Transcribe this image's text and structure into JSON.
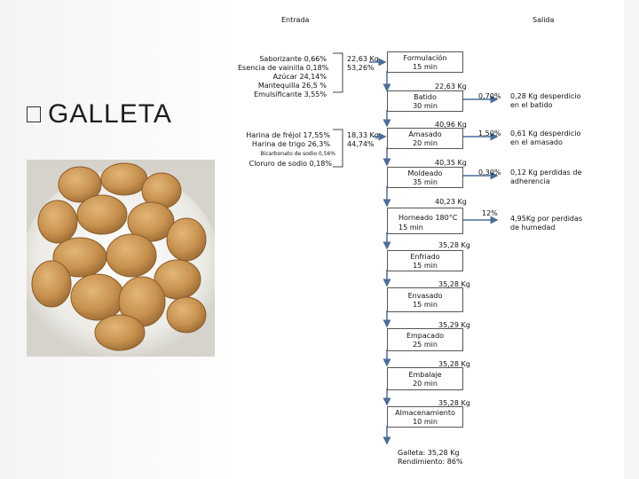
{
  "slide": {
    "title": "GALLETA",
    "bullet_icon": "square-bullet"
  },
  "diagram": {
    "headers": {
      "entrada": "Entrada",
      "salida": "Salida"
    },
    "input_groups": [
      {
        "items": [
          "Saborizante 0,66%",
          "Esencia de vainilla 0,18%",
          "Azúcar 24,14%",
          "Mantequilla 26,5 %",
          "Emulsificante 3,55%"
        ],
        "weight": "22,63 Kg",
        "pct": "53,26%"
      },
      {
        "items": [
          "Harina de fréjol 17,55%",
          "Harina de trigo 26,3%",
          "Bicarbonato de sodio 0,56%",
          "Cloruro de sodio 0,18%"
        ],
        "weight": "18,33 Kg",
        "pct": "44,74%"
      }
    ],
    "steps": [
      {
        "name": "Formulación",
        "time": "15 min"
      },
      {
        "name": "Batido",
        "time": "30 min"
      },
      {
        "name": "Amasado",
        "time": "20 min"
      },
      {
        "name": "Moldeado",
        "time": "35 min"
      },
      {
        "name": "Horneado 180°C",
        "time": "15 min"
      },
      {
        "name": "Enfriado",
        "time": "15 min"
      },
      {
        "name": "Envasado",
        "time": "15 min"
      },
      {
        "name": "Empacado",
        "time": "25 min"
      },
      {
        "name": "Embalaje",
        "time": "20 min"
      },
      {
        "name": "Almacenamiento",
        "time": "10 min"
      }
    ],
    "flows": [
      "22,63 Kg",
      "40,96 Kg",
      "40,35 Kg",
      "40,23 Kg",
      "35,28 Kg",
      "35,28 Kg",
      "35,29 Kg",
      "35,28 Kg",
      "35,28 Kg"
    ],
    "losses": [
      {
        "pct": "0,70%",
        "text1": "0,28 Kg desperdicio",
        "text2": "en el batido"
      },
      {
        "pct": "1,50%",
        "text1": "0,61 Kg desperdicio",
        "text2": "en el amasado"
      },
      {
        "pct": "0,30%",
        "text1": "0,12 Kg perdidas de",
        "text2": "adherencia"
      },
      {
        "pct": "12%",
        "text1": "4,95Kg por perdidas",
        "text2": "de humedad"
      }
    ],
    "result": {
      "line1": "Galleta: 35,28 Kg",
      "line2": "Rendimiento: 86%"
    },
    "colors": {
      "arrow": "#4a6d98",
      "box_border": "#555555"
    }
  }
}
